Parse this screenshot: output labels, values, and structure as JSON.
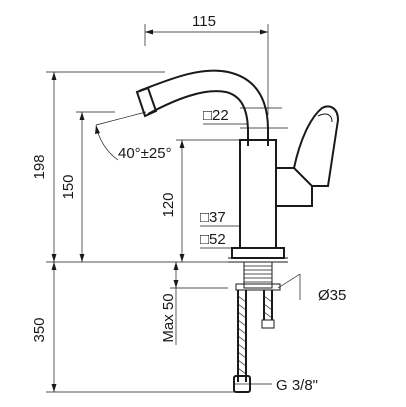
{
  "drawing": {
    "dimensions": {
      "spout_reach": "115",
      "total_height": "198",
      "spout_height": "150",
      "body_height": "120",
      "max_hose": "Max 50",
      "hose_length": "350",
      "spout_angle": "40°±25°",
      "spout_section": "□22",
      "body_square_1": "□37",
      "body_square_2": "□52",
      "shank_diameter": "Ø35",
      "thread": "G 3/8\""
    },
    "colors": {
      "ink": "#1a1a1a",
      "background": "#ffffff"
    }
  }
}
